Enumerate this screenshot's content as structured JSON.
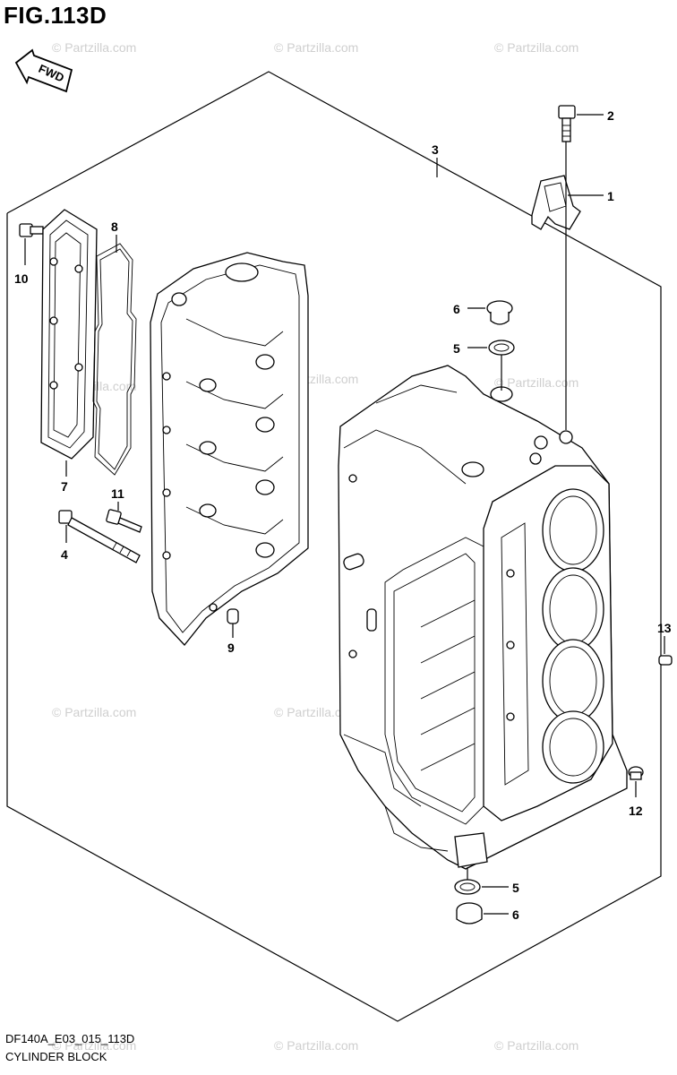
{
  "figure": {
    "title": "FIG.113D",
    "fwd_label": "FWD",
    "footer_code": "DF140A_E03_015_113D",
    "footer_name": "CYLINDER BLOCK"
  },
  "watermark": "© Partzilla.com",
  "callouts": [
    {
      "id": "1",
      "label": "1"
    },
    {
      "id": "2",
      "label": "2"
    },
    {
      "id": "3",
      "label": "3"
    },
    {
      "id": "4",
      "label": "4"
    },
    {
      "id": "5a",
      "label": "5"
    },
    {
      "id": "5b",
      "label": "5"
    },
    {
      "id": "6a",
      "label": "6"
    },
    {
      "id": "6b",
      "label": "6"
    },
    {
      "id": "7",
      "label": "7"
    },
    {
      "id": "8",
      "label": "8"
    },
    {
      "id": "9",
      "label": "9"
    },
    {
      "id": "10",
      "label": "10"
    },
    {
      "id": "11",
      "label": "11"
    },
    {
      "id": "12",
      "label": "12"
    },
    {
      "id": "13",
      "label": "13"
    }
  ]
}
